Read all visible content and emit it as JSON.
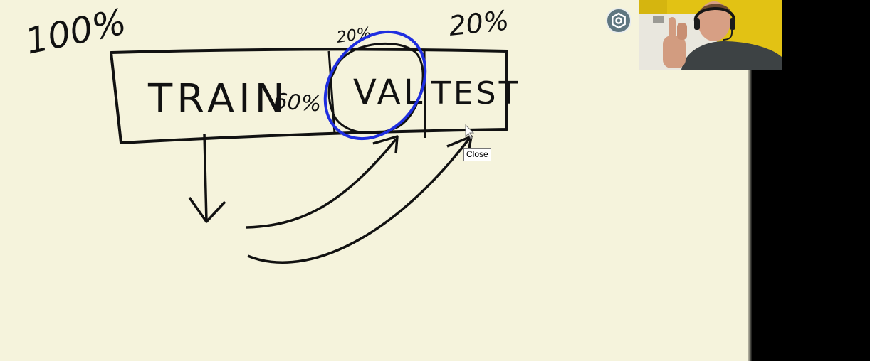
{
  "whiteboard": {
    "percent_total": "100%",
    "percent_test": "20%",
    "percent_val": "20%",
    "percent_train": "60%",
    "train_label": "TRAIN",
    "val_label": "VAL",
    "test_label": "TEST"
  },
  "tooltip": {
    "text": "Close"
  },
  "colors": {
    "canvas": "#f5f3dc",
    "ink": "#111111",
    "highlight": "#1f2ee0",
    "webcam_wall": "#e2c214",
    "settings_button": "#5f7680"
  },
  "icons": {
    "settings": "hexagon-gear-icon",
    "cursor": "mouse-pointer-icon"
  }
}
